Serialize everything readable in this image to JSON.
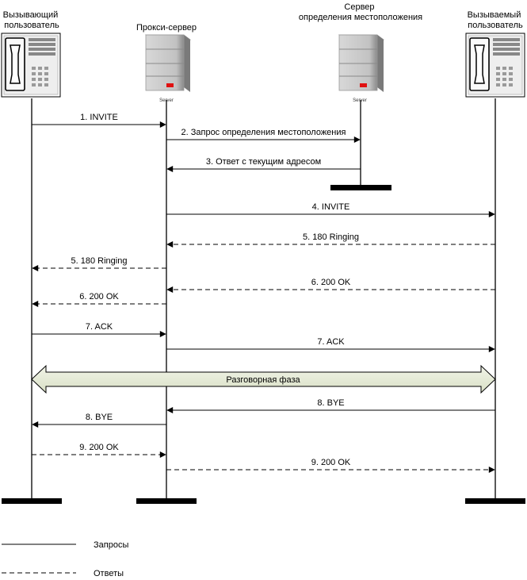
{
  "actors": {
    "caller": "Вызывающий пользователь",
    "proxy": "Прокси-сервер",
    "location": "Сервер определения местоположения",
    "callee": "Вызываемый пользователь"
  },
  "server_icon_label": "Server",
  "messages": [
    {
      "from": "caller",
      "to": "proxy",
      "label": "1. INVITE",
      "style": "solid"
    },
    {
      "from": "proxy",
      "to": "location",
      "label": "2. Запрос определения местоположения",
      "style": "solid"
    },
    {
      "from": "location",
      "to": "proxy",
      "label": "3. Ответ с текущим адресом",
      "style": "solid"
    },
    {
      "from": "proxy",
      "to": "callee",
      "label": "4. INVITE",
      "style": "solid"
    },
    {
      "from": "callee",
      "to": "proxy",
      "label": "5. 180 Ringing",
      "style": "dashed"
    },
    {
      "from": "proxy",
      "to": "caller",
      "label": "5. 180 Ringing",
      "style": "dashed"
    },
    {
      "from": "callee",
      "to": "proxy",
      "label": "6. 200 OK",
      "style": "dashed"
    },
    {
      "from": "proxy",
      "to": "caller",
      "label": "6. 200 OK",
      "style": "dashed"
    },
    {
      "from": "caller",
      "to": "proxy",
      "label": "7. ACK",
      "style": "solid"
    },
    {
      "from": "proxy",
      "to": "callee",
      "label": "7. ACK",
      "style": "solid"
    },
    {
      "from": "callee",
      "to": "proxy",
      "label": "8. BYE",
      "style": "solid"
    },
    {
      "from": "proxy",
      "to": "caller",
      "label": "8. BYE",
      "style": "solid"
    },
    {
      "from": "caller",
      "to": "proxy",
      "label": "9. 200 OK",
      "style": "dashed"
    },
    {
      "from": "proxy",
      "to": "callee",
      "label": "9. 200 OK",
      "style": "dashed"
    }
  ],
  "conversation_phase": "Разговорная фаза",
  "legend": {
    "requests": "Запросы",
    "responses": "Ответы"
  },
  "colors": {
    "phase_fill": "#e6ebd8",
    "server_red": "#e01010"
  }
}
